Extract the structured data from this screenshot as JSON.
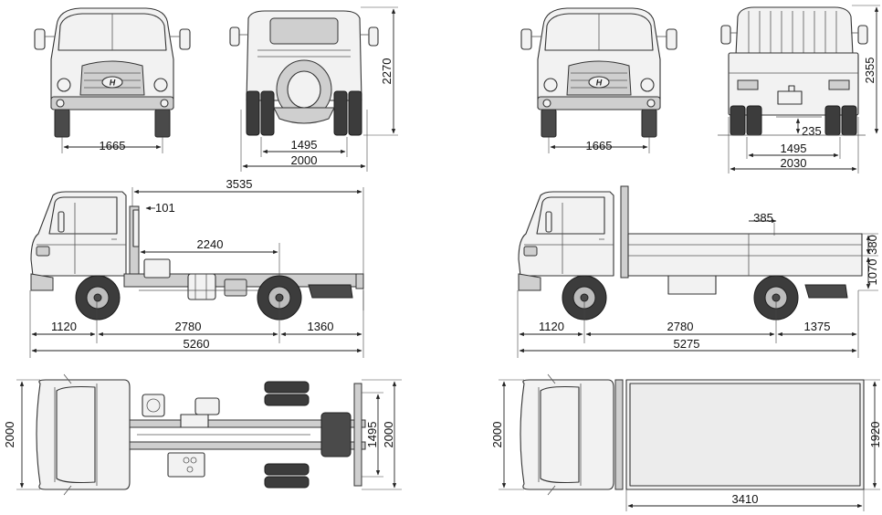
{
  "dimensions": {
    "cab_front_track": "1665",
    "chassis_rear_track": "1495",
    "chassis_rear_width": "2000",
    "chassis_height": "2270",
    "truck_front_track": "1665",
    "truck_rear_track": "1495",
    "truck_rear_width": "2030",
    "truck_height": "2355",
    "truck_ground_clearance": "235",
    "chassis_cab_to_end": "3535",
    "chassis_cab_gap": "101",
    "chassis_frame_length": "2240",
    "chassis_front_overhang": "1120",
    "chassis_wheelbase": "2780",
    "chassis_rear_overhang": "1360",
    "chassis_overall_length": "5260",
    "truck_side_rail_height": "385",
    "truck_deck_height": "380",
    "truck_floor_height": "1070",
    "truck_front_overhang": "1120",
    "truck_wheelbase": "2780",
    "truck_rear_overhang": "1375",
    "truck_overall_length": "5275",
    "chassis_top_width": "2000",
    "chassis_top_rear_track": "1495",
    "chassis_top_rear_width": "2000",
    "truck_top_width": "2000",
    "truck_deck_inner_width": "1920",
    "truck_deck_length": "3410"
  },
  "icons": {
    "brand_badge": "hyundai-logo-icon"
  },
  "colors": {
    "line": "#3a3a3a",
    "body_fill": "#e9e9e9",
    "tire": "#3c3c3c"
  }
}
